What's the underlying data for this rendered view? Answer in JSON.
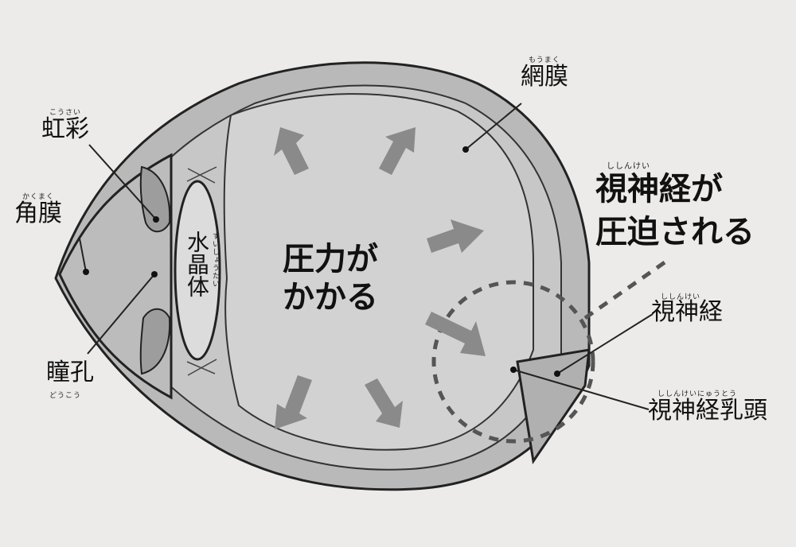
{
  "labels": {
    "koushi": {
      "text": "虹彩",
      "ruby": "こうさい"
    },
    "kakumaku": {
      "text": "角膜",
      "ruby": "かくまく"
    },
    "doukou": {
      "text": "瞳孔",
      "ruby": "どうこう"
    },
    "suishoutai": {
      "text": "水晶体",
      "ruby": "すいしょうたい"
    },
    "moumaku": {
      "text": "網膜",
      "ruby": "もうまく"
    },
    "shinkei": {
      "text": "視神経",
      "ruby": "ししんけい"
    },
    "nyutou": {
      "text": "視神経乳頭",
      "ruby": "ししんけいにゅうとう"
    }
  },
  "captions": {
    "pressure_line1": "圧力が",
    "pressure_line2": "かかる",
    "compress_line1": "視神経が",
    "compress_line2": "圧迫される",
    "compress_ruby": "ししんけい"
  },
  "colors": {
    "background": "#ecebea",
    "tissue": "#b5b5b5",
    "vitreous": "#cfcfcf",
    "arrow": "#8a8a8a",
    "ink": "#111111"
  }
}
